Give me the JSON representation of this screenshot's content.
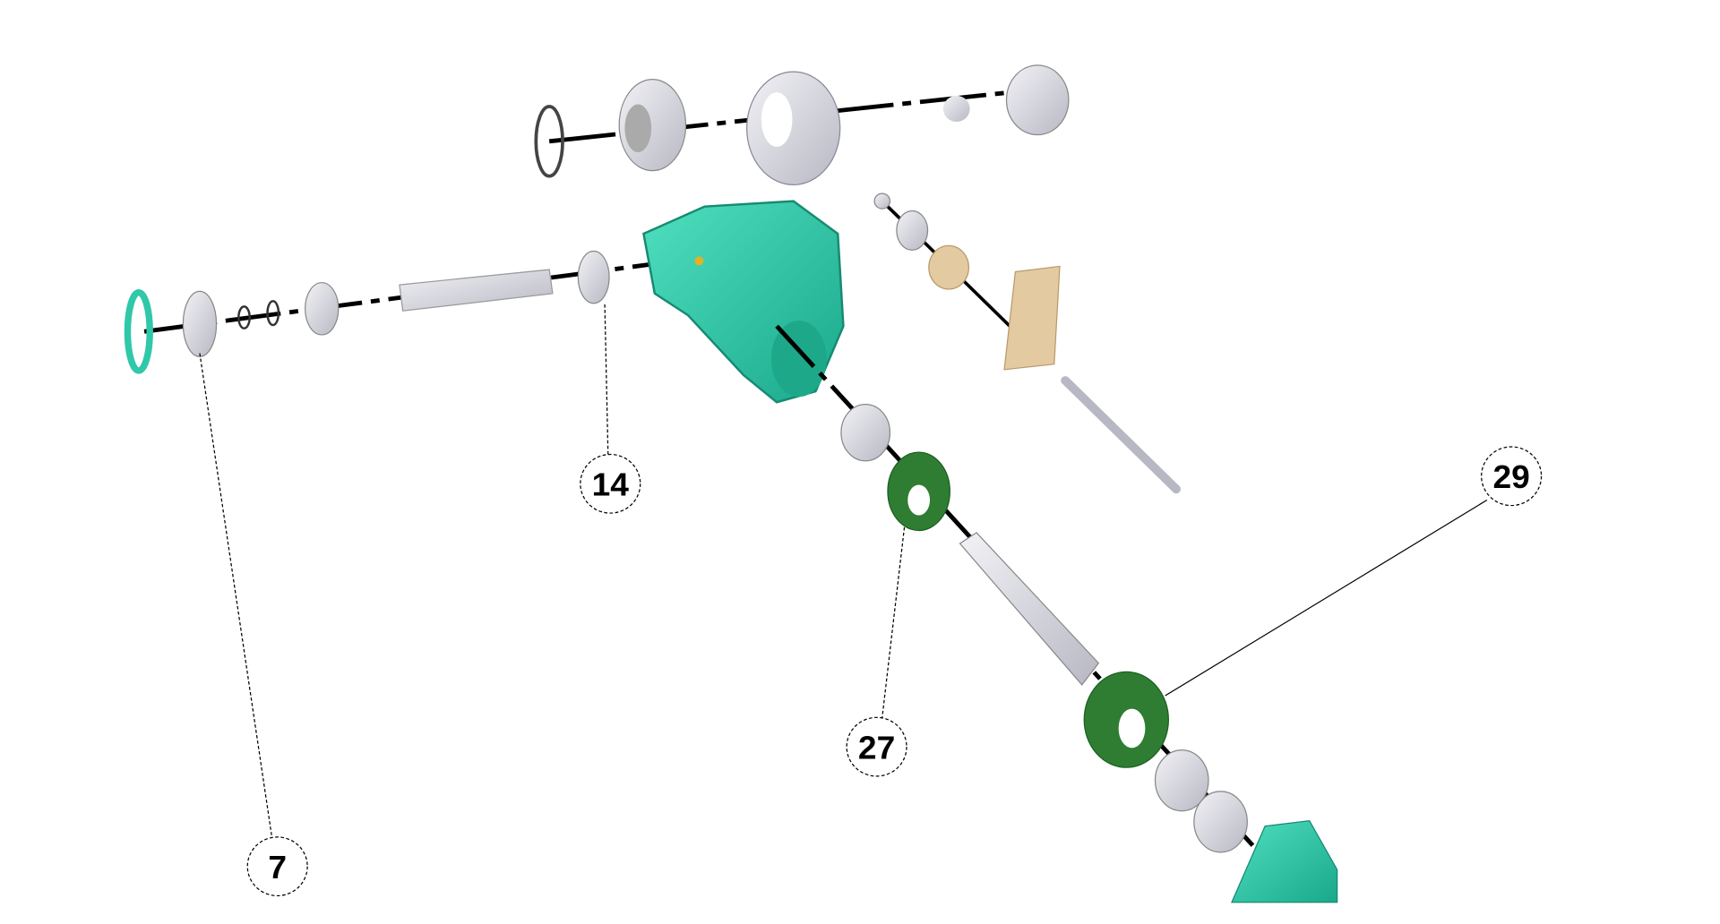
{
  "diagram": {
    "type": "exploded parts view",
    "callouts": [
      {
        "label": "7"
      },
      {
        "label": "14"
      },
      {
        "label": "27"
      },
      {
        "label": "29"
      }
    ],
    "colors": {
      "housing": "#2fc8a8",
      "seal": "#2e7d32",
      "metal": "#d8d8e0",
      "bronze": "#e3caa0",
      "axis": "#000000"
    }
  }
}
